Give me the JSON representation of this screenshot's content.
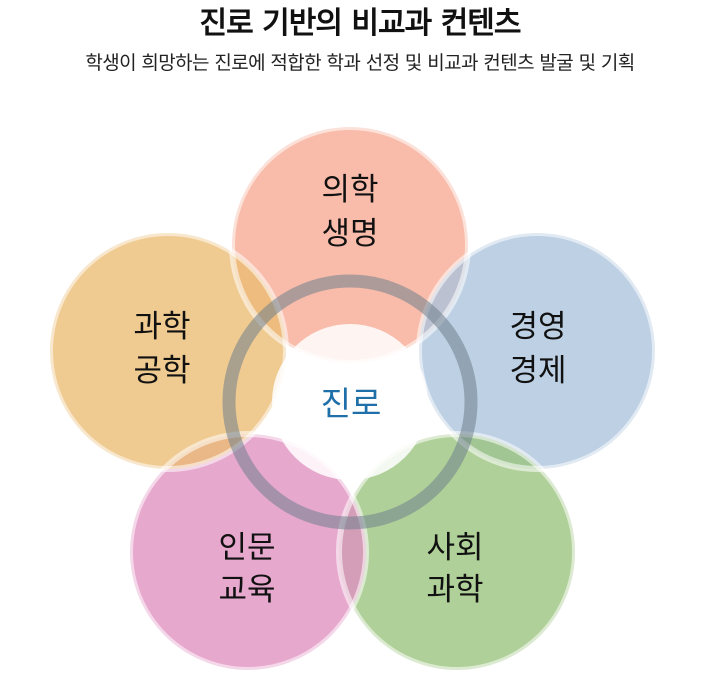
{
  "header": {
    "title": "진로 기반의 비교과 컨텐츠",
    "subtitle": "학생이 희망하는 진로에 적합한 학과 선정 및 비교과 컨텐츠 발굴 및 기획"
  },
  "diagram": {
    "center": "진로",
    "nodes": [
      {
        "id": "medical",
        "line1": "의학",
        "line2": "생명",
        "color": "#f7a992"
      },
      {
        "id": "business",
        "line1": "경영",
        "line2": "경제",
        "color": "#abc3dd"
      },
      {
        "id": "social",
        "line1": "사회",
        "line2": "과학",
        "color": "#98c37c"
      },
      {
        "id": "humanities",
        "line1": "인문",
        "line2": "교육",
        "color": "#e08fc0"
      },
      {
        "id": "engineering",
        "line1": "과학",
        "line2": "공학",
        "color": "#ebbd72"
      }
    ]
  }
}
